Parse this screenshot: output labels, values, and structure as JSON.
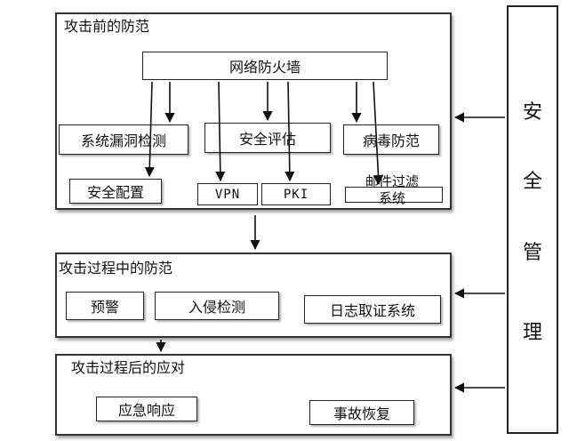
{
  "sections": {
    "before": {
      "title": "攻击前的防范",
      "firewall": "网络防火墙",
      "vuln_scan": "系统漏洞检测",
      "security_assess": "安全评估",
      "antivirus": "病毒防范",
      "security_config": "安全配置",
      "vpn": "VPN",
      "pki": "PKI",
      "mail_filter": "邮件过滤系统"
    },
    "during": {
      "title": "攻击过程中的防范",
      "warning": "预警",
      "intrusion_detect": "入侵检测",
      "log_forensics": "日志取证系统"
    },
    "after": {
      "title": "攻击过程后的应对",
      "emergency_response": "应急响应",
      "incident_recovery": "事故恢复"
    }
  },
  "management": {
    "chars": [
      "安",
      "全",
      "管",
      "理"
    ]
  }
}
